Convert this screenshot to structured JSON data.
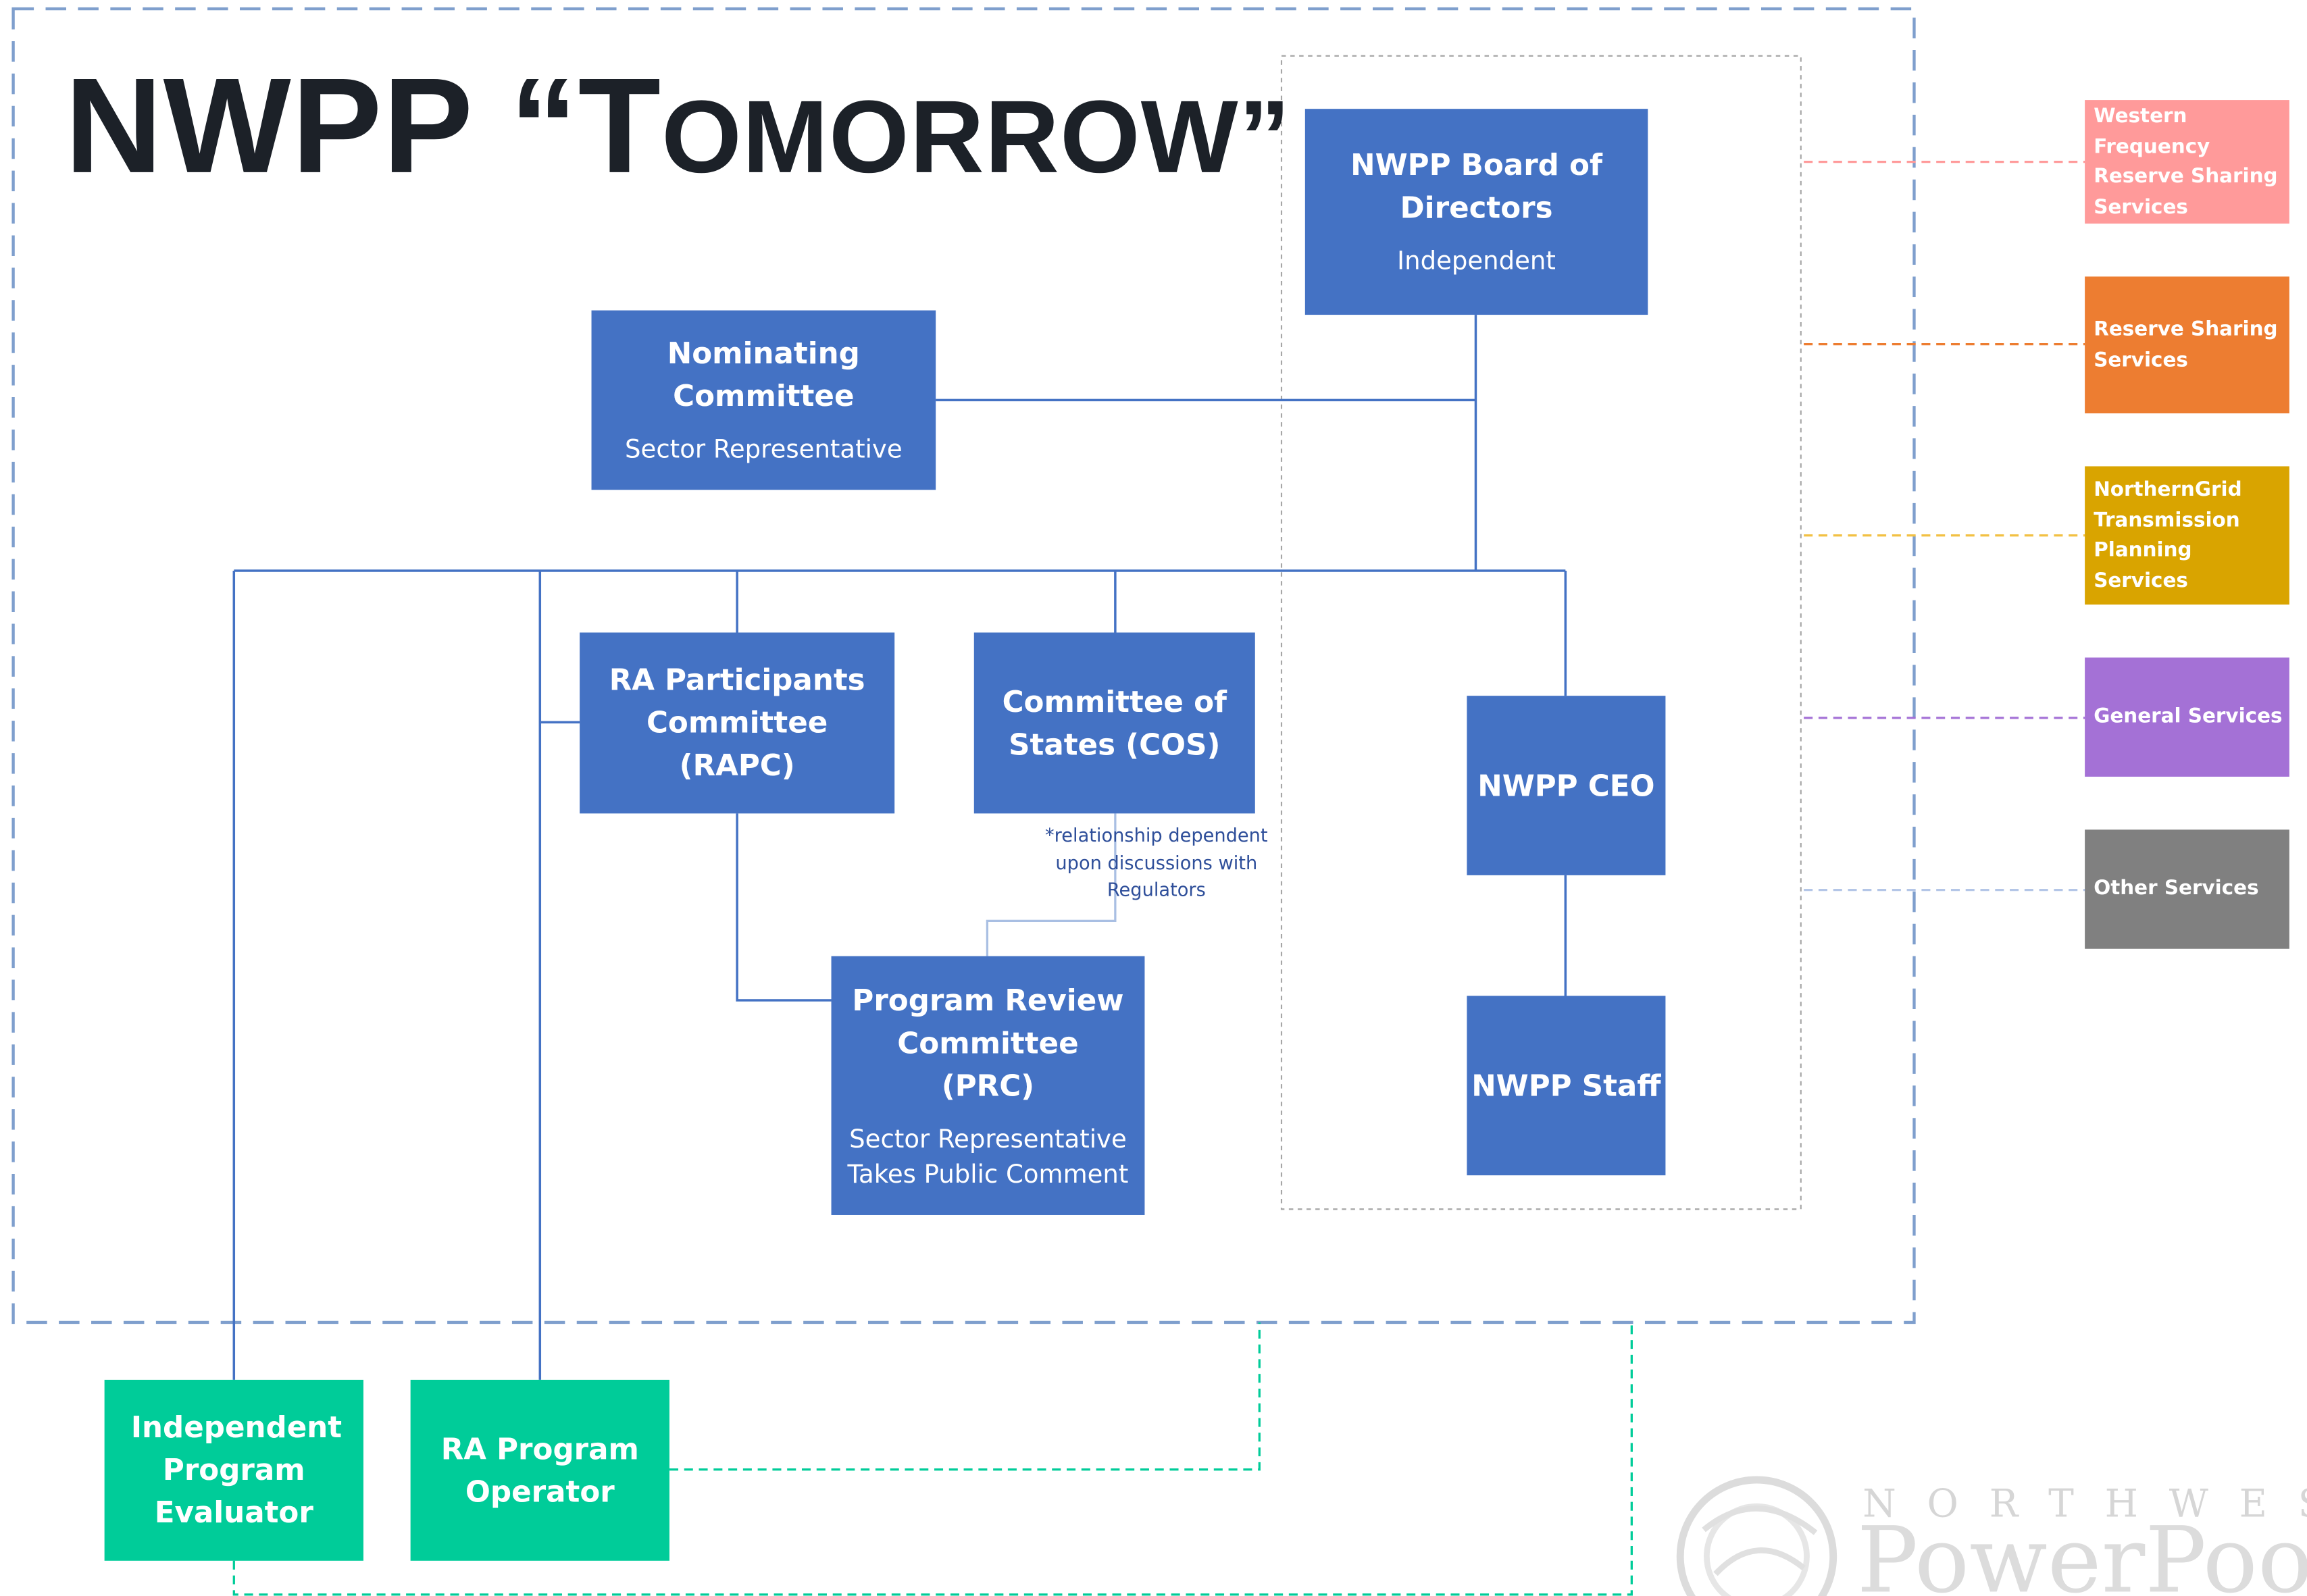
{
  "title": {
    "main": "NWPP “T",
    "rest": "OMORROW”"
  },
  "boxes": {
    "board": {
      "title": "NWPP Board of Directors",
      "sub": "Independent"
    },
    "nominating": {
      "title": "Nominating Committee",
      "sub": "Sector Representative"
    },
    "rapc": {
      "title": "RA Participants Committee (RAPC)"
    },
    "cos": {
      "title": "Committee of States (COS)"
    },
    "ceo": {
      "title": "NWPP CEO"
    },
    "prc": {
      "title": "Program Review Committee (PRC)",
      "sub1": "Sector Representative",
      "sub2": "Takes Public Comment"
    },
    "staff": {
      "title": "NWPP Staff"
    },
    "evaluator": {
      "title": "Independent Program Evaluator"
    },
    "operator": {
      "title": "RA Program Operator"
    }
  },
  "note": "*relationship dependent upon discussions with Regulators",
  "services": [
    {
      "label": "Western Frequency Reserve Sharing Services",
      "color": "#ff9a9a"
    },
    {
      "label": "Reserve Sharing Services",
      "color": "#ed7d31"
    },
    {
      "label": "NorthernGrid Transmission Planning Services",
      "color": "#d9a400"
    },
    {
      "label": "General Services",
      "color": "#a471d6"
    },
    {
      "label": "Other Services",
      "color": "#808080"
    }
  ],
  "colors": {
    "box_blue": "#4472c4",
    "box_green": "#00cc99",
    "title_dark": "#1c2128"
  },
  "logo": {
    "top": "NORTHWEST",
    "bottom": "PowerPool"
  }
}
